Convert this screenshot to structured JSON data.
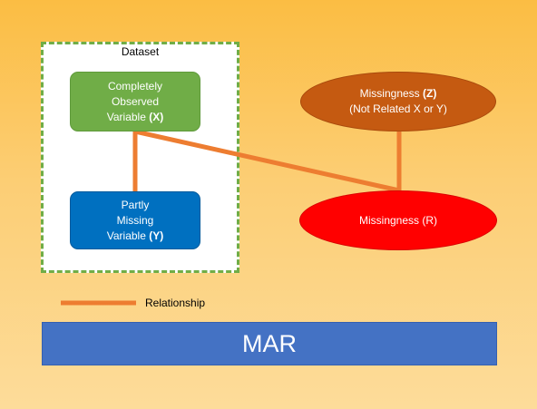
{
  "dataset": {
    "label": "Dataset"
  },
  "nodes": {
    "x": {
      "line1": "Completely",
      "line2": "Observed",
      "line3": "Variable ",
      "tag": "(X)"
    },
    "y": {
      "line1": "Partly",
      "line2": "Missing",
      "line3": "Variable ",
      "tag": "(Y)"
    },
    "z": {
      "line1": "Missingness ",
      "tag": "(Z)",
      "line2": "(Not Related X or Y)"
    },
    "r": {
      "label": "Missingness (R)"
    }
  },
  "legend": {
    "label": "Relationship"
  },
  "banner": {
    "label": "MAR"
  },
  "colors": {
    "relationship": "#ed7d31",
    "dataset_border": "#70ad47",
    "node_x": "#70ad47",
    "node_y": "#0070c0",
    "node_z": "#c55a11",
    "node_r": "#ff0000",
    "banner": "#4472c4"
  }
}
